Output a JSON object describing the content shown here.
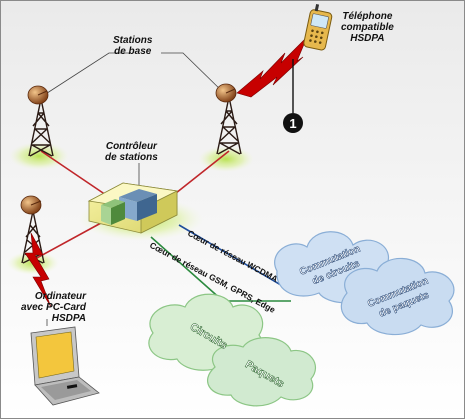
{
  "labels": {
    "base_stations": {
      "line1": "Stations",
      "line2": "de base"
    },
    "phone": {
      "line1": "Téléphone",
      "line2": "compatible",
      "line3": "HSDPA"
    },
    "controller": {
      "line1": "Contrôleur",
      "line2": "de stations"
    },
    "laptop": {
      "line1": "Ordinateur",
      "line2": "avec PC-Card",
      "line3": "HSDPA"
    },
    "callout_number": "1",
    "wcdma_link": "Cœur de réseau WCDMA",
    "gsm_link": "Cœur de réseau GSM, GPRS, Edge",
    "circuit_switching": {
      "line1": "Commutation",
      "line2": "de circuits"
    },
    "packet_switching": {
      "line1": "Commutation",
      "line2": "de paquets"
    },
    "circuits": "Circuits",
    "packets": "Paquets"
  },
  "colors": {
    "wcdma_line": "#1f4e9c",
    "gsm_line": "#2b8a3e",
    "radio_link": "#c70000",
    "station_link": "#c0262a",
    "cloud_blue": "#cfe0f3",
    "cloud_green": "#d8eed3"
  }
}
